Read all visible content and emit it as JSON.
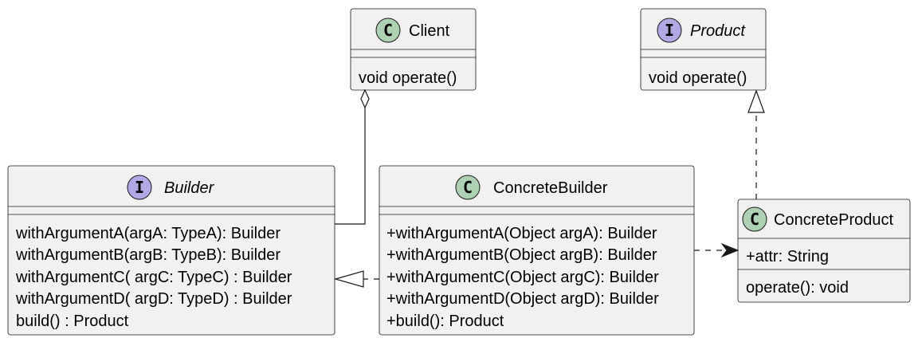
{
  "classes": {
    "client": {
      "stereotype": "C",
      "name": "Client",
      "members": [],
      "methods": [
        "void operate()"
      ]
    },
    "product": {
      "stereotype": "I",
      "name": "Product",
      "members": [],
      "methods": [
        "void operate()"
      ]
    },
    "builder": {
      "stereotype": "I",
      "name": "Builder",
      "members": [],
      "methods": [
        "withArgumentA(argA: TypeA): Builder",
        "withArgumentB(argB: TypeB): Builder",
        "withArgumentC( argC: TypeC)  : Builder",
        "withArgumentD( argD: TypeD)  : Builder",
        "build() : Product"
      ]
    },
    "concrete_builder": {
      "stereotype": "C",
      "name": "ConcreteBuilder",
      "members": [],
      "methods": [
        "+withArgumentA(Object argA): Builder",
        "+withArgumentB(Object argB): Builder",
        "+withArgumentC(Object argC): Builder",
        "+withArgumentD(Object argD): Builder",
        "+build(): Product"
      ]
    },
    "concrete_product": {
      "stereotype": "C",
      "name": "ConcreteProduct",
      "members": [
        "+attr: String"
      ],
      "methods": [
        "operate(): void"
      ]
    }
  },
  "colors": {
    "class_badge": "#add1b2",
    "interface_badge": "#b4a7e5",
    "box_fill": "#f1f1f1",
    "line": "#181818"
  }
}
